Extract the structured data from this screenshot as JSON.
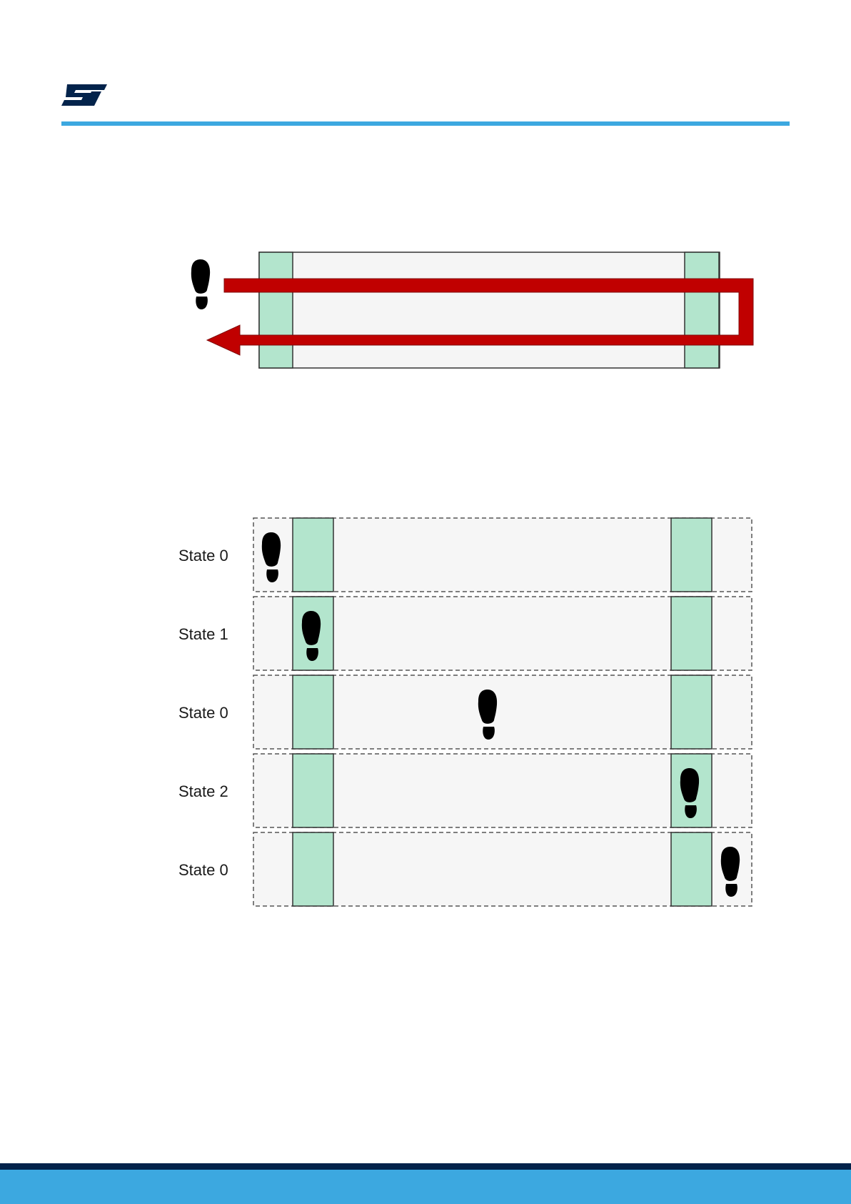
{
  "brand": {
    "logo_icon": "st-logo-icon",
    "accent": "#3ca8e0",
    "dark": "#03234b"
  },
  "colors": {
    "zone": "#b3e5cd",
    "corridor": "#f5f5f5",
    "arrow": "#c00000",
    "outline": "#333333"
  },
  "states": [
    {
      "label": "State 0",
      "foot": "left"
    },
    {
      "label": "State 1",
      "foot": "entry"
    },
    {
      "label": "State 0",
      "foot": "middle"
    },
    {
      "label": "State 2",
      "foot": "exit"
    },
    {
      "label": "State 0",
      "foot": "right"
    }
  ]
}
